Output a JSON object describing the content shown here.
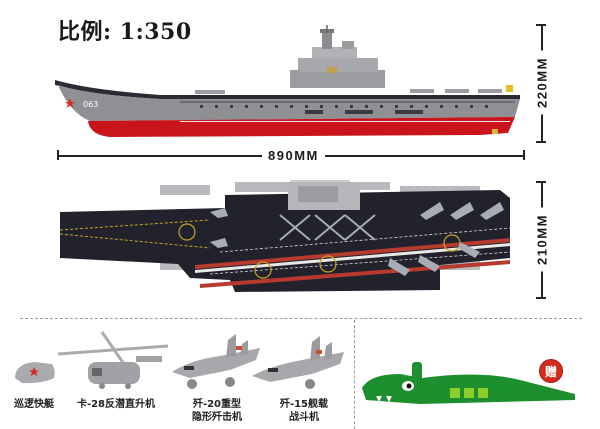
{
  "header": {
    "scale_label": "比例: 1:350"
  },
  "dimensions": {
    "length": "890MM",
    "side_height": "220MM",
    "deck_width": "210MM"
  },
  "side_view": {
    "hull_number": "063",
    "colors": {
      "hull_red": "#c8141a",
      "hull_grey": "#8e9094",
      "deck_dark": "#2b2b35",
      "superstructure": "#a6a8ac"
    }
  },
  "deck_view": {
    "colors": {
      "deck": "#22222c",
      "landing_line_yellow": "#c9a227",
      "stripe_red": "#b73a2e",
      "stripe_white": "#e8e8e8"
    }
  },
  "accessories": [
    {
      "name": "巡逻快艇"
    },
    {
      "name": "卡-28反潜直升机"
    },
    {
      "name": "歼-20重型",
      "name_line2": "隐形歼击机"
    },
    {
      "name": "歼-15舰载",
      "name_line2": "战斗机"
    }
  ],
  "bonus": {
    "badge": "赠",
    "item": "crocodile",
    "colors": {
      "green": "#1e8f2e",
      "light_green": "#8ccf2a",
      "badge_red": "#d42b1e"
    }
  }
}
